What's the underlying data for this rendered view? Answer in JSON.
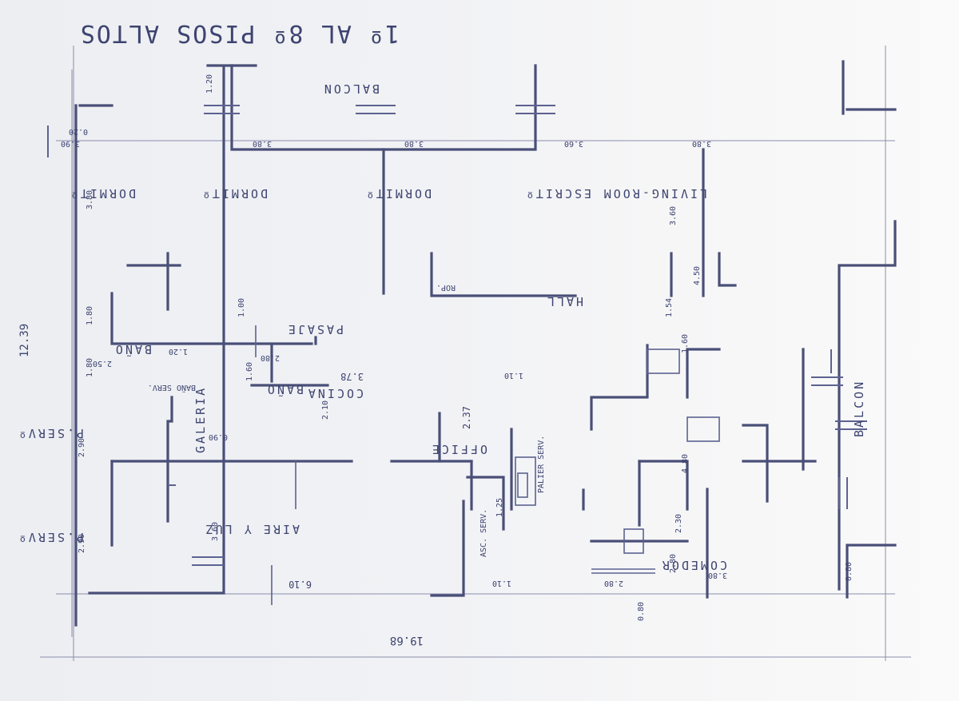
{
  "title": "1º AL 8º PISOS ALTOS",
  "rooms": {
    "balcon_top": "BALCON",
    "dormit_1": "DORMITº",
    "dormit_2": "DORMITº",
    "dormit_3": "DORMITº",
    "escrit": "ESCRITº",
    "living_room": "LIVING-ROOM",
    "rop": "ROP.",
    "hall": "HALL",
    "pasaje": "PASAJE",
    "bano_1": "BAÑO",
    "bano_2": "BAÑO",
    "bano_serv": "BAÑO SERV.",
    "cocina": "COCINA",
    "office": "OFFICE",
    "balcon_right": "BALCON",
    "p_serv_1": "P.SERVº",
    "p_serv_2": "P.SERVº",
    "galeria": "GALERIA",
    "aire_y_luz": "AIRE Y LUZ",
    "palier_serv": "PALIER SERV.",
    "asc_serv": "ASC. SERV.",
    "comedor": "COMEDOR"
  },
  "dimensions": {
    "d_3_90": "3.90",
    "d_3_80a": "3.80",
    "d_3_80b": "3.80",
    "d_3_60a": "3.60",
    "d_3_80c": "3.80",
    "d_3_80d": "3.80",
    "d_3_60b": "3.60",
    "d_1_20a": "1.20",
    "d_0_20": "0.20",
    "d_4_50": "4.50",
    "d_1_54": "1.54",
    "d_1_80a": "1.80",
    "d_2_50": "2.50",
    "d_1_00": "1.00",
    "d_2_80a": "2.80",
    "d_3_78": "3.78",
    "d_2_10": "2.10",
    "d_1_60a": "1.60",
    "d_1_80b": "1.80",
    "d_0_90a": "0.90",
    "d_1_20b": "1.20",
    "d_1_60b": "1.60",
    "d_1_10": "1.10",
    "d_2_37": "2.37",
    "d_2_90a": "2.90",
    "d_2_90b": "2.90",
    "d_4_80": "4.80",
    "d_3_60c": "3.60",
    "d_2_80b": "2.80",
    "d_6_10": "6.10",
    "d_1_25": "1.25",
    "d_1_10b": "1.10",
    "d_2_80c": "2.80",
    "d_2_30": "2.30",
    "d_3_80e": "3.80",
    "d_0_80a": "0.80",
    "d_0_80b": "0.80",
    "d_12_39": "12.39",
    "d_19_68": "19.68"
  }
}
